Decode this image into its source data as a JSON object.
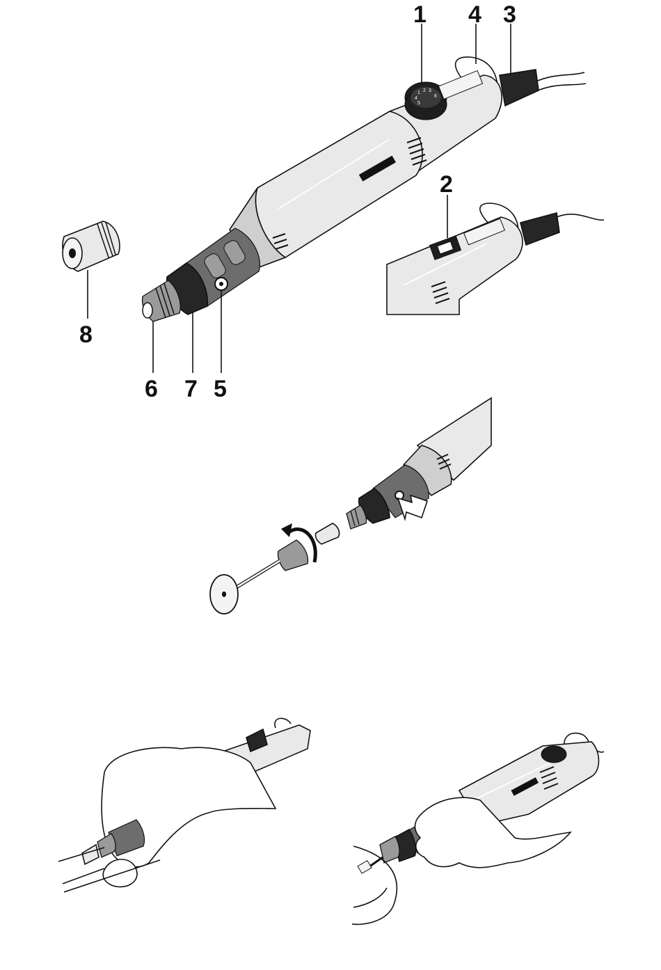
{
  "callouts": {
    "label_1": "1",
    "label_2": "2",
    "label_3": "3",
    "label_4": "4",
    "label_5": "5",
    "label_6": "6",
    "label_7": "7",
    "label_8": "8"
  },
  "dial_numbers": [
    "1",
    "2",
    "3",
    "4",
    "5",
    "6"
  ],
  "colors": {
    "housing": "#e9e9e9",
    "grip": "#6d6d6d",
    "collar": "#262626",
    "ink": "#111111"
  }
}
